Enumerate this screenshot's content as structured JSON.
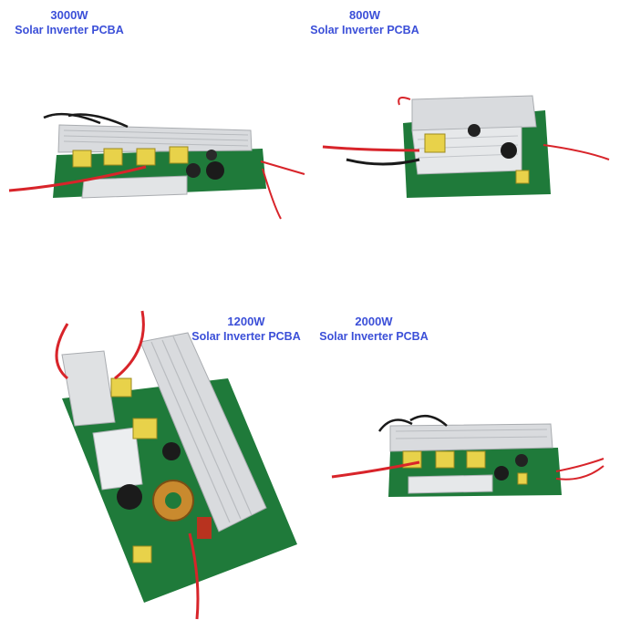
{
  "products": [
    {
      "power": "3000W",
      "label": "Solar Inverter PCBA"
    },
    {
      "power": "800W",
      "label": "Solar Inverter PCBA"
    },
    {
      "power": "1200W",
      "label": "Solar Inverter PCBA"
    },
    {
      "power": "2000W",
      "label": "Solar Inverter PCBA"
    }
  ],
  "colors": {
    "caption": "#3b4fd8",
    "pcb": "#1f7a3a",
    "heatsink": "#d9dbde",
    "transformer": "#e8d24a",
    "wire_red": "#d8242a",
    "wire_black": "#1a1a1a"
  }
}
